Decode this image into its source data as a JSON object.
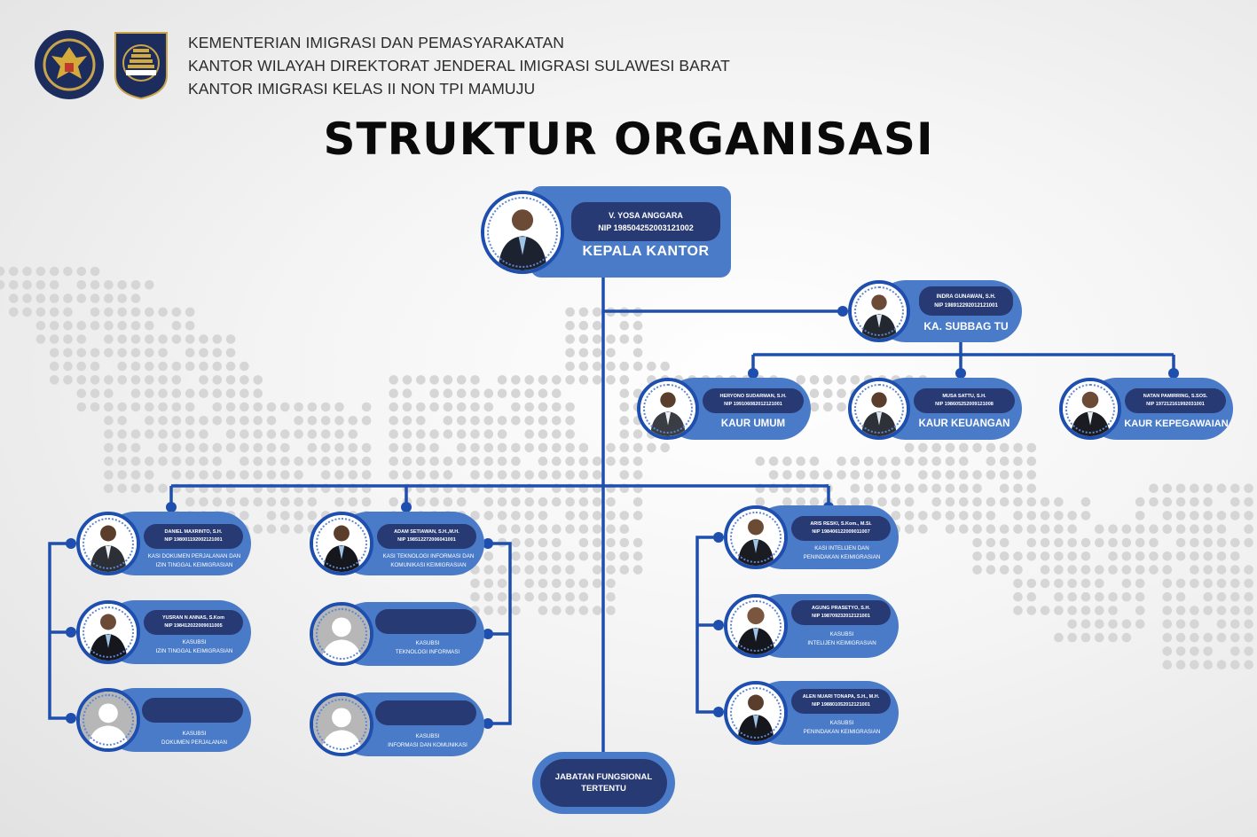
{
  "header": {
    "lines": [
      "KEMENTERIAN IMIGRASI DAN PEMASYARAKATAN",
      "KANTOR WILAYAH DIREKTORAT JENDERAL IMIGRASI SULAWESI BARAT",
      "KANTOR IMIGRASI KELAS II NON TPI MAMUJU"
    ],
    "logos": [
      "kementerian-garuda-emblem",
      "imigrasi-emblem"
    ]
  },
  "title": "STRUKTUR ORGANISASI",
  "colors": {
    "card": "#4a7bc8",
    "pill": "#283a74",
    "line": "#1e4fae",
    "title": "#0a0a0a"
  },
  "kepala": {
    "name": "V. YOSA ANGGARA",
    "nip": "NIP 198504252003121002",
    "role": "KEPALA KANTOR"
  },
  "subbag": {
    "name": "INDRA GUNAWAN, S.H.",
    "nip": "NIP 198912292012121001",
    "role": "KA. SUBBAG TU"
  },
  "kaur": [
    {
      "name": "HERYONO SUDARMAN, S.H.",
      "nip": "NIP 199106082012121001",
      "role": "KAUR UMUM"
    },
    {
      "name": "MUSA SATTU, S.H.",
      "nip": "NIP 198605252009121008",
      "role": "KAUR KEUANGAN"
    },
    {
      "name": "NATAN PAMIRRING, S.SOS.",
      "nip": "NIP 197212161992031001",
      "role": "KAUR KEPEGAWAIAN"
    }
  ],
  "kasi": [
    {
      "name": "DANIEL MAXRINTO, S.H.",
      "nip": "NIP 198001192002121001",
      "role_line1": "KASI DOKUMEN PERJALANAN DAN",
      "role_line2": "IZIN TINGGAL KEIMIGRASIAN",
      "kasubsi": [
        {
          "name": "YUSRAN N ANNAS, S.Kom",
          "nip": "NIP 198412022009011005",
          "role_line1": "KASUBSI",
          "role_line2": "IZIN TINGGAL KEIMIGRASIAN",
          "vacant": false
        },
        {
          "name": "",
          "nip": "",
          "role_line1": "KASUBSI",
          "role_line2": "DOKUMEN PERJALANAN",
          "vacant": true
        }
      ]
    },
    {
      "name": "ADAM SETIAWAN, S.H.,M.H.",
      "nip": "NIP 198512272006041001",
      "role_line1": "KASI TEKNOLOGI INFORMASI DAN",
      "role_line2": "KOMUNIKASI KEIMIGRASIAN",
      "kasubsi": [
        {
          "name": "",
          "nip": "",
          "role_line1": "KASUBSI",
          "role_line2": "TEKNOLOGI INFORMASI",
          "vacant": true
        },
        {
          "name": "",
          "nip": "",
          "role_line1": "KASUBSI",
          "role_line2": "INFORMASI DAN KOMUNIKASI",
          "vacant": true
        }
      ]
    },
    {
      "name": "ARIS RESKI, S.Kom., M.Si.",
      "nip": "NIP 198406122009011007",
      "role_line1": "KASI INTELIJEN DAN",
      "role_line2": "PENINDAKAN KEIMIGRASIAN",
      "kasubsi": [
        {
          "name": "AGUNG PRASETYO, S.H.",
          "nip": "NIP 198709232012121001",
          "role_line1": "KASUBSI",
          "role_line2": "INTELIJEN KEIMIGRASIAN",
          "vacant": false
        },
        {
          "name": "ALEN NUARI TONAPA, S.H., M.H.",
          "nip": "NIP 198801052012121001",
          "role_line1": "KASUBSI",
          "role_line2": "PENINDAKAN KEIMIGRASIAN",
          "vacant": false
        }
      ]
    }
  ],
  "jft": {
    "line1": "JABATAN FUNGSIONAL",
    "line2": "TERTENTU"
  }
}
